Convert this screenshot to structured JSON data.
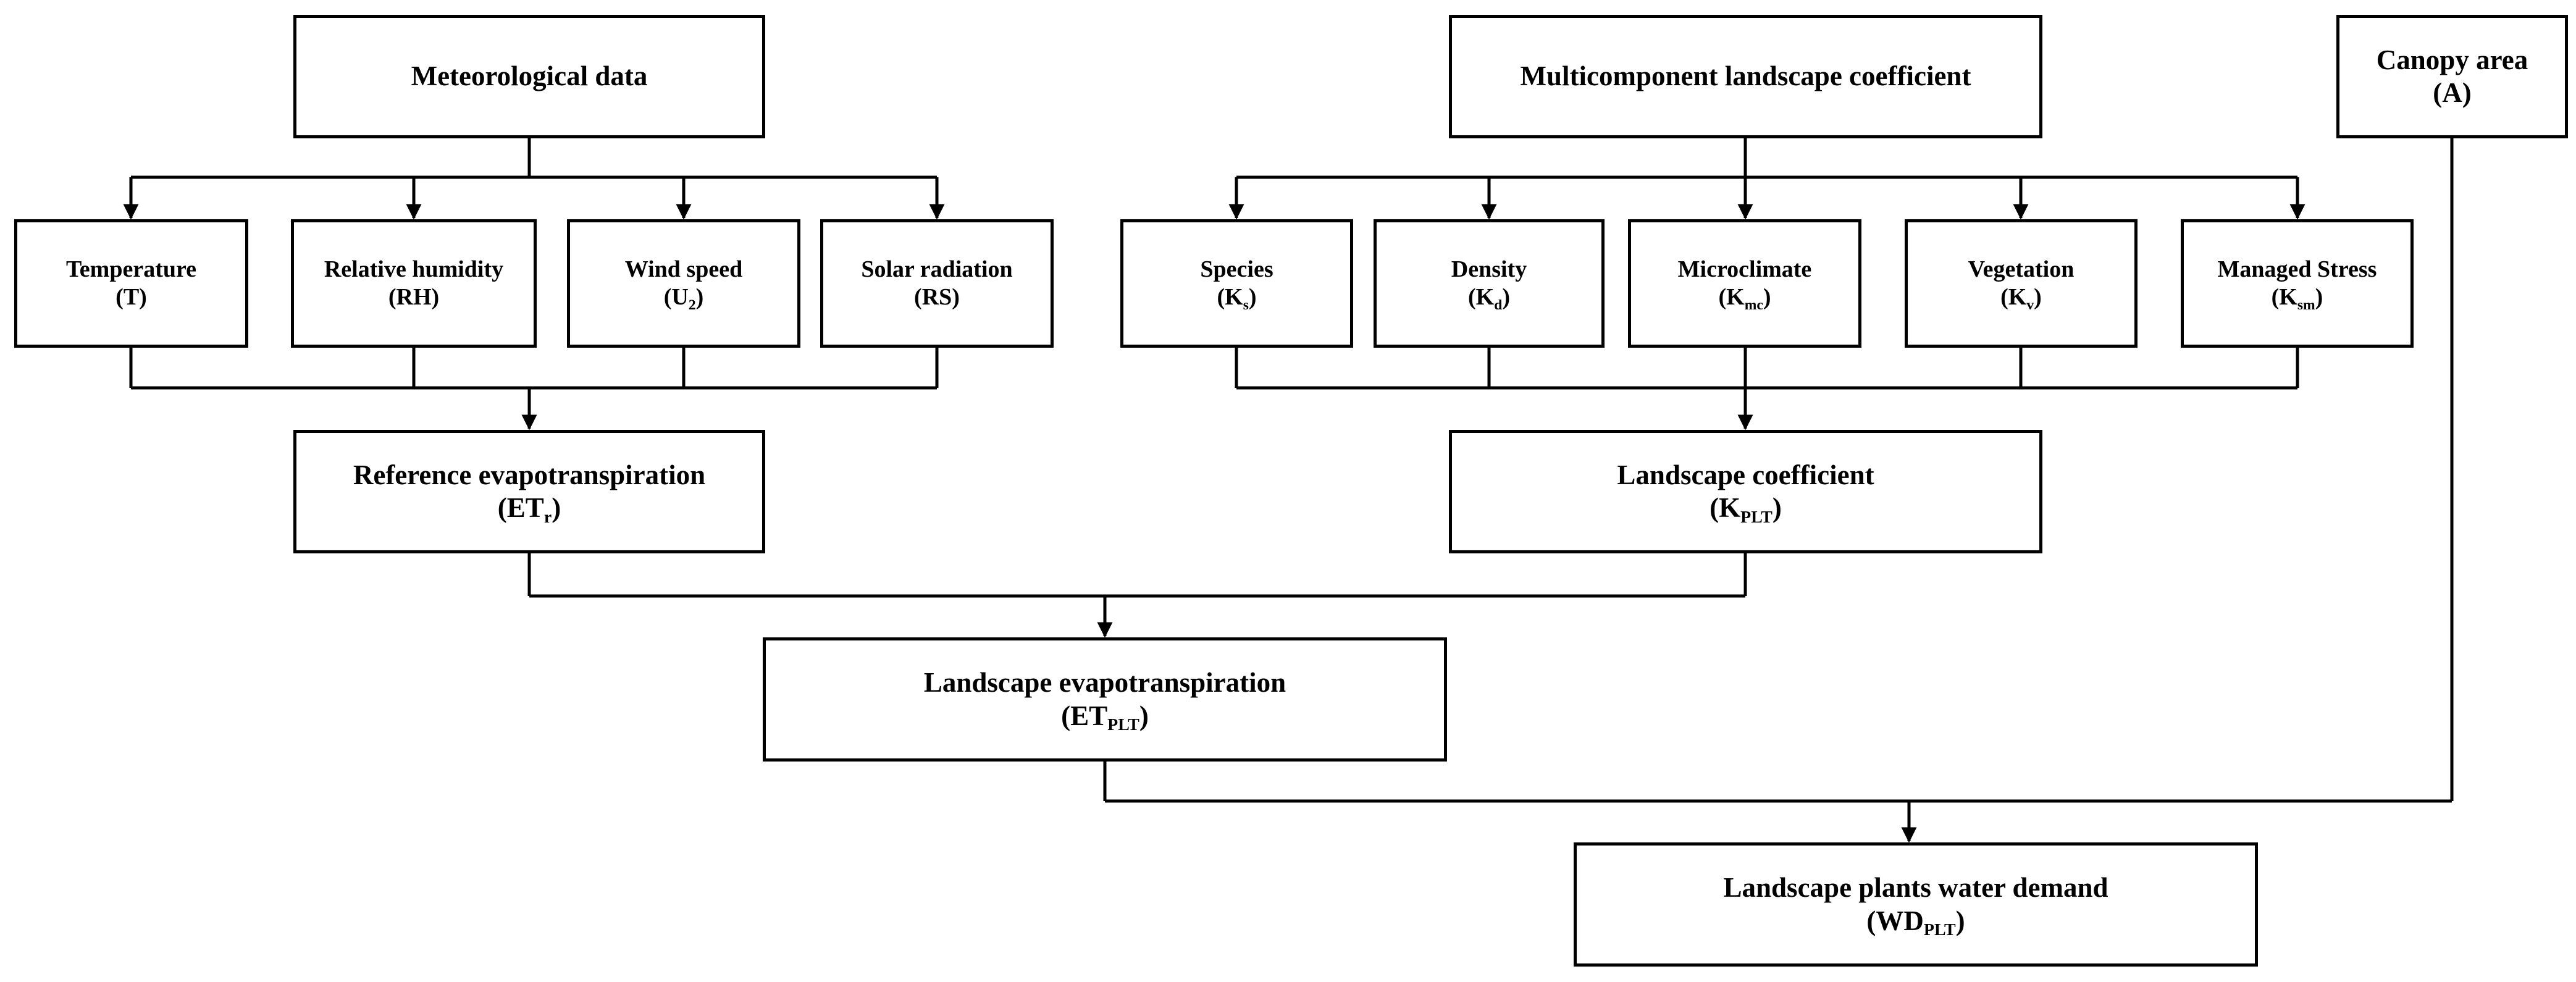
{
  "diagram": {
    "nodes": {
      "meteo": {
        "label": "Meteorological data"
      },
      "multi": {
        "label": "Multicomponent landscape coefficient"
      },
      "canopy": {
        "label": "Canopy area",
        "symbol": "(A)"
      },
      "temperature": {
        "label": "Temperature",
        "symbol": "(T)"
      },
      "humidity": {
        "label": "Relative humidity",
        "symbol": "(RH)"
      },
      "wind": {
        "label": "Wind speed",
        "symbol_base": "U",
        "symbol_sub": "2"
      },
      "solar": {
        "label": "Solar radiation",
        "symbol": "(RS)"
      },
      "species": {
        "label": "Species",
        "symbol_base": "K",
        "symbol_sub": "s"
      },
      "density": {
        "label": "Density",
        "symbol_base": "K",
        "symbol_sub": "d"
      },
      "microclimate": {
        "label": "Microclimate",
        "symbol_base": "K",
        "symbol_sub": "mc"
      },
      "vegetation": {
        "label": "Vegetation",
        "symbol_base": "K",
        "symbol_sub": "v"
      },
      "managed": {
        "label": "Managed Stress",
        "symbol_base": "K",
        "symbol_sub": "sm"
      },
      "ref_et": {
        "label": "Reference evapotranspiration",
        "symbol_base": "ET",
        "symbol_sub": "r"
      },
      "kplt": {
        "label": "Landscape coefficient",
        "symbol_base": "K",
        "symbol_sub": "PLT"
      },
      "etplt": {
        "label": "Landscape evapotranspiration",
        "symbol_base": "ET",
        "symbol_sub": "PLT"
      },
      "wd": {
        "label": "Landscape plants water demand",
        "symbol_base": "WD",
        "symbol_sub": "PLT"
      }
    },
    "edges": [
      {
        "from": "meteo",
        "to": "temperature"
      },
      {
        "from": "meteo",
        "to": "humidity"
      },
      {
        "from": "meteo",
        "to": "wind"
      },
      {
        "from": "meteo",
        "to": "solar"
      },
      {
        "from": "multi",
        "to": "species"
      },
      {
        "from": "multi",
        "to": "density"
      },
      {
        "from": "multi",
        "to": "microclimate"
      },
      {
        "from": "multi",
        "to": "vegetation"
      },
      {
        "from": "multi",
        "to": "managed"
      },
      {
        "from": "temperature",
        "to": "ref_et"
      },
      {
        "from": "humidity",
        "to": "ref_et"
      },
      {
        "from": "wind",
        "to": "ref_et"
      },
      {
        "from": "solar",
        "to": "ref_et"
      },
      {
        "from": "species",
        "to": "kplt"
      },
      {
        "from": "density",
        "to": "kplt"
      },
      {
        "from": "microclimate",
        "to": "kplt"
      },
      {
        "from": "vegetation",
        "to": "kplt"
      },
      {
        "from": "managed",
        "to": "kplt"
      },
      {
        "from": "ref_et",
        "to": "etplt"
      },
      {
        "from": "kplt",
        "to": "etplt"
      },
      {
        "from": "etplt",
        "to": "wd"
      },
      {
        "from": "canopy",
        "to": "wd"
      }
    ]
  }
}
